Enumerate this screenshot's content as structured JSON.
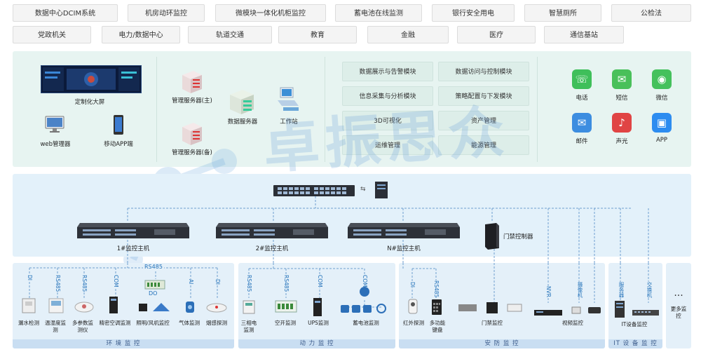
{
  "top_tags_row1": [
    "数据中心DCIM系统",
    "机房动环监控",
    "微模块一体化机柜监控",
    "蓄电池在线监测",
    "银行安全用电",
    "智慧厕所",
    "公检法"
  ],
  "top_tags_row2": [
    "党政机关",
    "电力/数据中心",
    "轨道交通",
    "教育",
    "金融",
    "医疗",
    "通信基站"
  ],
  "client": {
    "big_screen": "定制化大屏",
    "web": "web管理器",
    "app": "移动APP端"
  },
  "servers": {
    "main": "管理服务器(主)",
    "backup": "管理服务器(备)",
    "data": "数据服务器",
    "workstation": "工作站"
  },
  "modules": [
    "数据展示与告警模块",
    "数据访问与控制模块",
    "信息采集与分析模块",
    "策略配置与下发模块",
    "3D可视化",
    "资产管理",
    "运维管理",
    "能源管理"
  ],
  "alerts": [
    "电话",
    "短信",
    "微信",
    "邮件",
    "声光",
    "APP"
  ],
  "hosts": [
    "1#监控主机",
    "2#监控主机",
    "N#监控主机"
  ],
  "door_controller": "门禁控制器",
  "watermark": "卓振思众",
  "bus_labels": {
    "rs485_top": "RS485",
    "do": "DO",
    "nvr": "NVR",
    "camera": "摄像机",
    "server": "服务器",
    "switch": "交换机"
  },
  "env": {
    "title": "环 境 监 控",
    "protocols": [
      "DI",
      "RS485",
      "RS485",
      "COM",
      "AI",
      "DI"
    ],
    "devices": [
      "漏水检测",
      "温湿度监测",
      "多参数监测仪",
      "精密空调监测",
      "照明/风机监控",
      "气体监测",
      "烟感探测"
    ]
  },
  "power": {
    "title": "动 力 监 控",
    "protocols": [
      "RS485",
      "RS485",
      "COM",
      "COM"
    ],
    "devices": [
      "三相电监测",
      "空开监测",
      "UPS监测",
      "蓄电池监测"
    ]
  },
  "security": {
    "title": "安 防 监 控",
    "protocols": [
      "DI",
      "RS485"
    ],
    "devices": [
      "红外探测",
      "多功能键盘",
      "门禁监控",
      "视频监控"
    ]
  },
  "it": {
    "title": "IT 设 备 监 控",
    "devices": [
      "IT设备监控"
    ]
  },
  "more": {
    "dots": "...",
    "label": "更多监控"
  }
}
